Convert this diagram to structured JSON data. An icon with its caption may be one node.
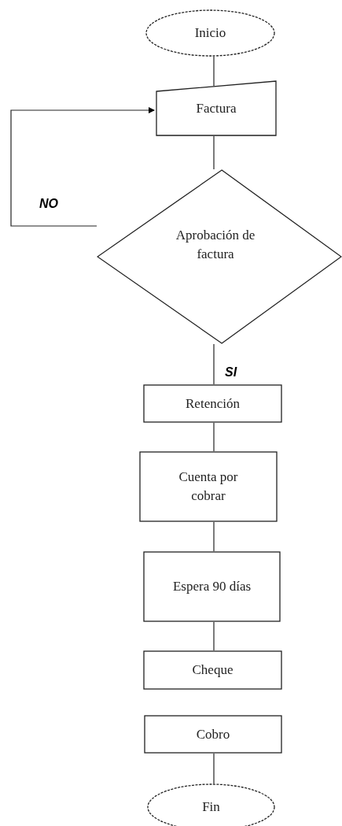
{
  "diagram": {
    "nodes": [
      {
        "text": [
          "Inicio"
        ]
      },
      {
        "text": [
          "Factura"
        ]
      },
      {
        "text": [
          "Aprobación de factura"
        ]
      },
      {
        "text": [
          "Retención"
        ]
      },
      {
        "text": [
          "Cuenta por cobrar"
        ]
      },
      {
        "text": [
          "Espera 90 días"
        ]
      },
      {
        "text": [
          "Cheque"
        ]
      },
      {
        "text": [
          "Cobro"
        ]
      },
      {
        "text": [
          "Fin"
        ]
      }
    ],
    "edges": [
      {
        "from": 0,
        "to": 1,
        "arrow": "none"
      },
      {
        "from": 1,
        "to": 2,
        "arrow": "none"
      },
      {
        "from": 2,
        "to": 1,
        "arrow": "to",
        "label": "NO"
      },
      {
        "from": 2,
        "to": 3,
        "arrow": "none",
        "label": "SI"
      },
      {
        "from": 3,
        "to": 4,
        "arrow": "none"
      },
      {
        "from": 4,
        "to": 5,
        "arrow": "none"
      },
      {
        "from": 5,
        "to": 6,
        "arrow": "none"
      },
      {
        "from": 7,
        "to": 8,
        "arrow": "none"
      }
    ]
  }
}
